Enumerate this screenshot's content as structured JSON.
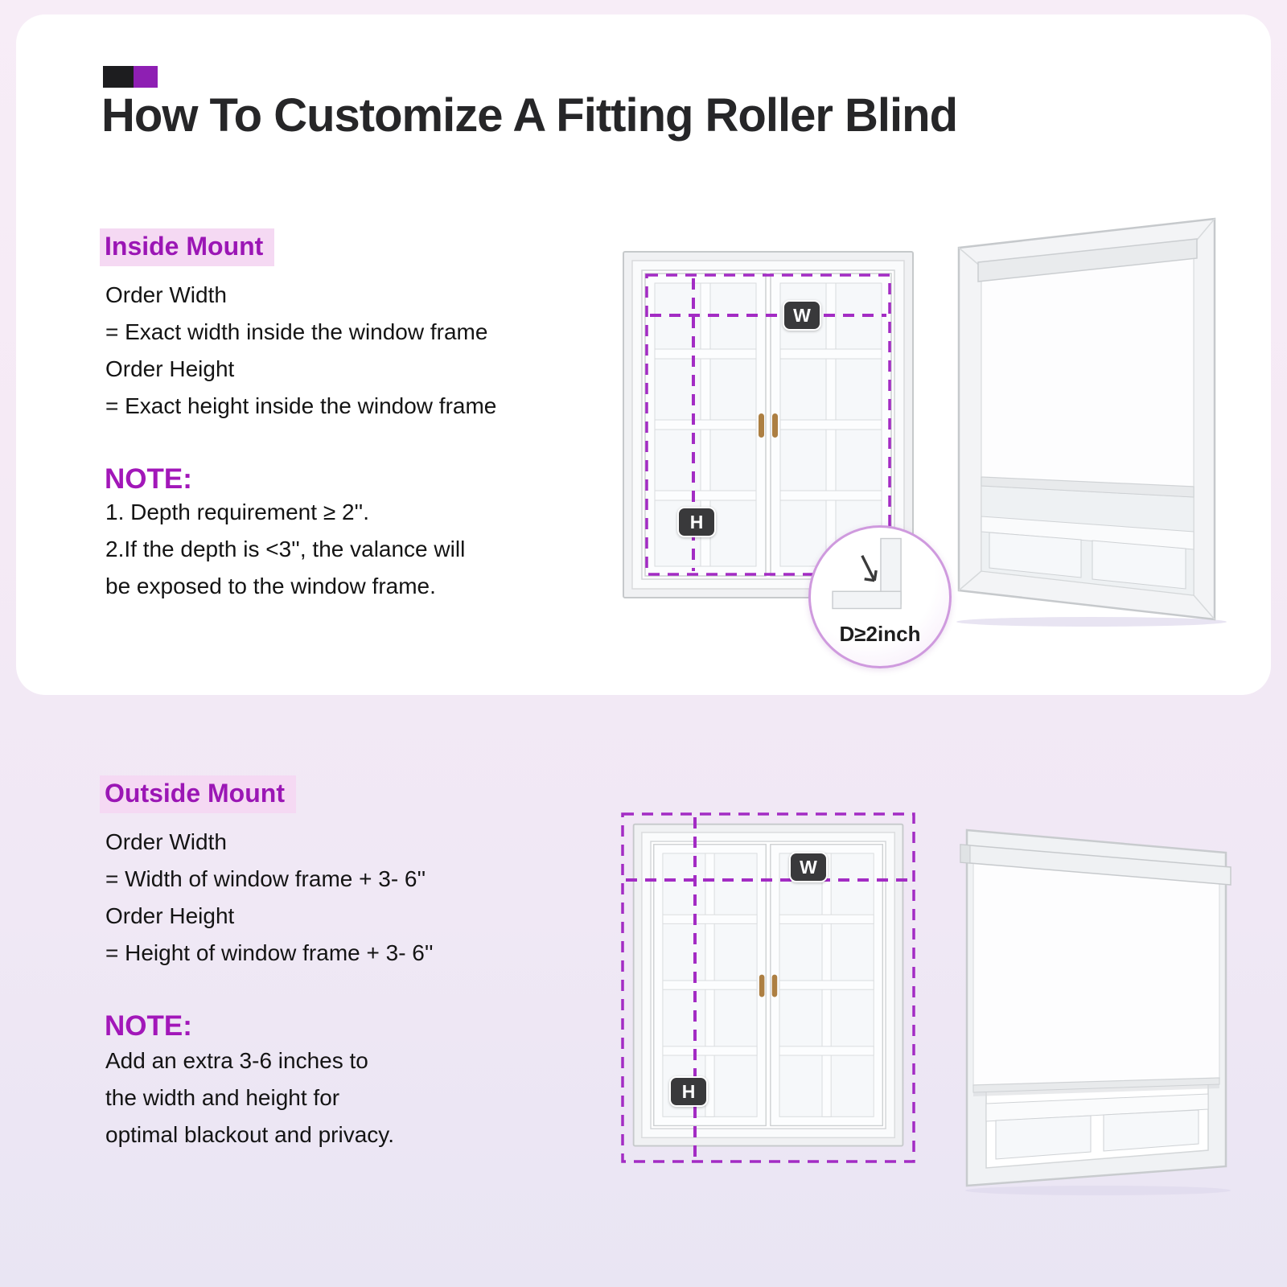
{
  "page": {
    "title": "How To Customize A Fitting Roller Blind"
  },
  "colors": {
    "accent_purple": "#9B16B5",
    "dashed_line_purple": "#A32CC4",
    "heading_highlight": "#F5D9F3",
    "badge_background": "#39393B",
    "title_text": "#262628"
  },
  "inside_mount": {
    "heading": "Inside Mount",
    "lines": [
      "Order Width",
      "= Exact width inside the window frame",
      "Order Height",
      "= Exact height inside the window frame"
    ],
    "note_label": "NOTE:",
    "note_lines": [
      "1. Depth requirement ≥ 2''.",
      "2.If the depth is <3'', the valance will",
      "be exposed to the window frame."
    ],
    "width_badge": "W",
    "height_badge": "H",
    "depth_callout": "D≥2inch"
  },
  "outside_mount": {
    "heading": "Outside Mount",
    "lines": [
      "Order Width",
      "= Width of window frame + 3- 6''",
      "Order Height",
      "= Height of window frame + 3- 6''"
    ],
    "note_label": "NOTE:",
    "note_lines": [
      "Add an extra 3-6 inches to",
      "the width and height for",
      "optimal blackout and privacy."
    ],
    "width_badge": "W",
    "height_badge": "H"
  }
}
